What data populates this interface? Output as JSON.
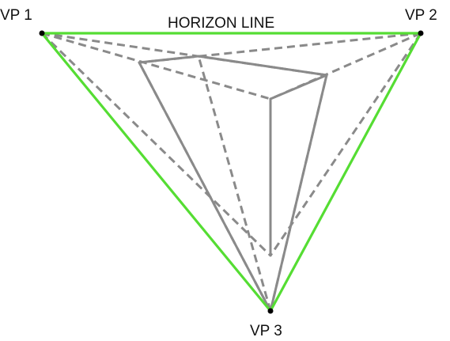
{
  "labels": {
    "vp1": "VP 1",
    "vp2": "VP 2",
    "vp3": "VP 3",
    "horizon": "HORIZON LINE"
  },
  "colors": {
    "triangle": "#55dd33",
    "construction": "#8a8a8a",
    "point": "#000000"
  }
}
